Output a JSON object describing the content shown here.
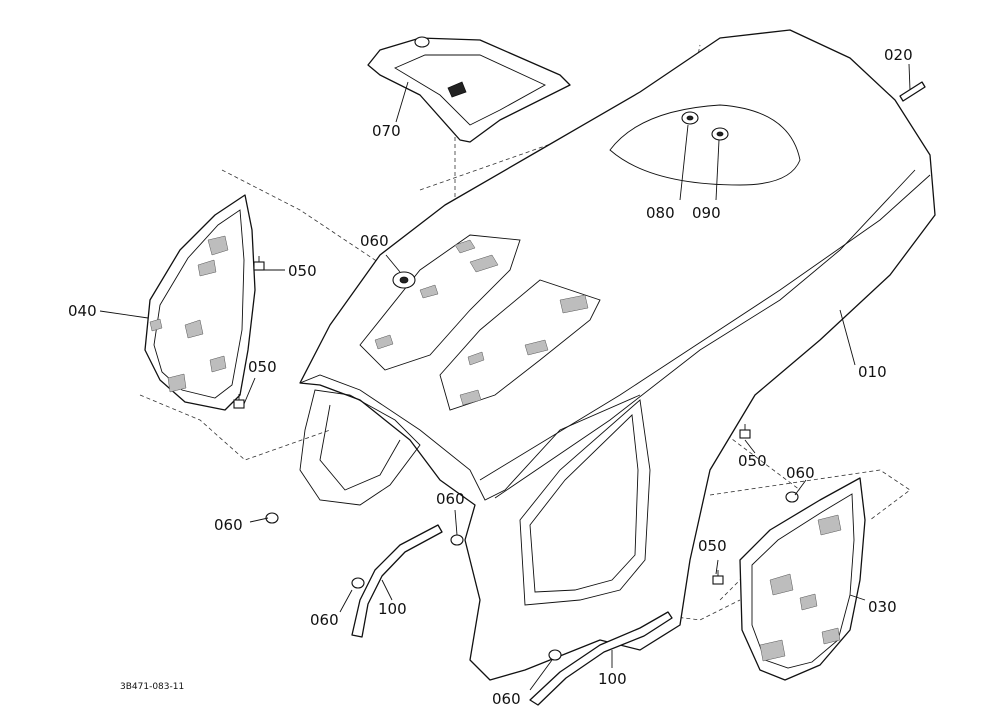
{
  "drawing_code": "3B471-083-11",
  "callouts": {
    "c010": "010",
    "c020": "020",
    "c030": "030",
    "c040": "040",
    "c050_left_top": "050",
    "c050_left_bottom": "050",
    "c050_right_top": "050",
    "c050_right_bottom": "050",
    "c060_top": "060",
    "c060_left_mid": "060",
    "c060_left_bottom": "060",
    "c060_center": "060",
    "c060_bottom": "060",
    "c060_right": "060",
    "c070": "070",
    "c080": "080",
    "c090": "090",
    "c100_left": "100",
    "c100_right": "100"
  }
}
